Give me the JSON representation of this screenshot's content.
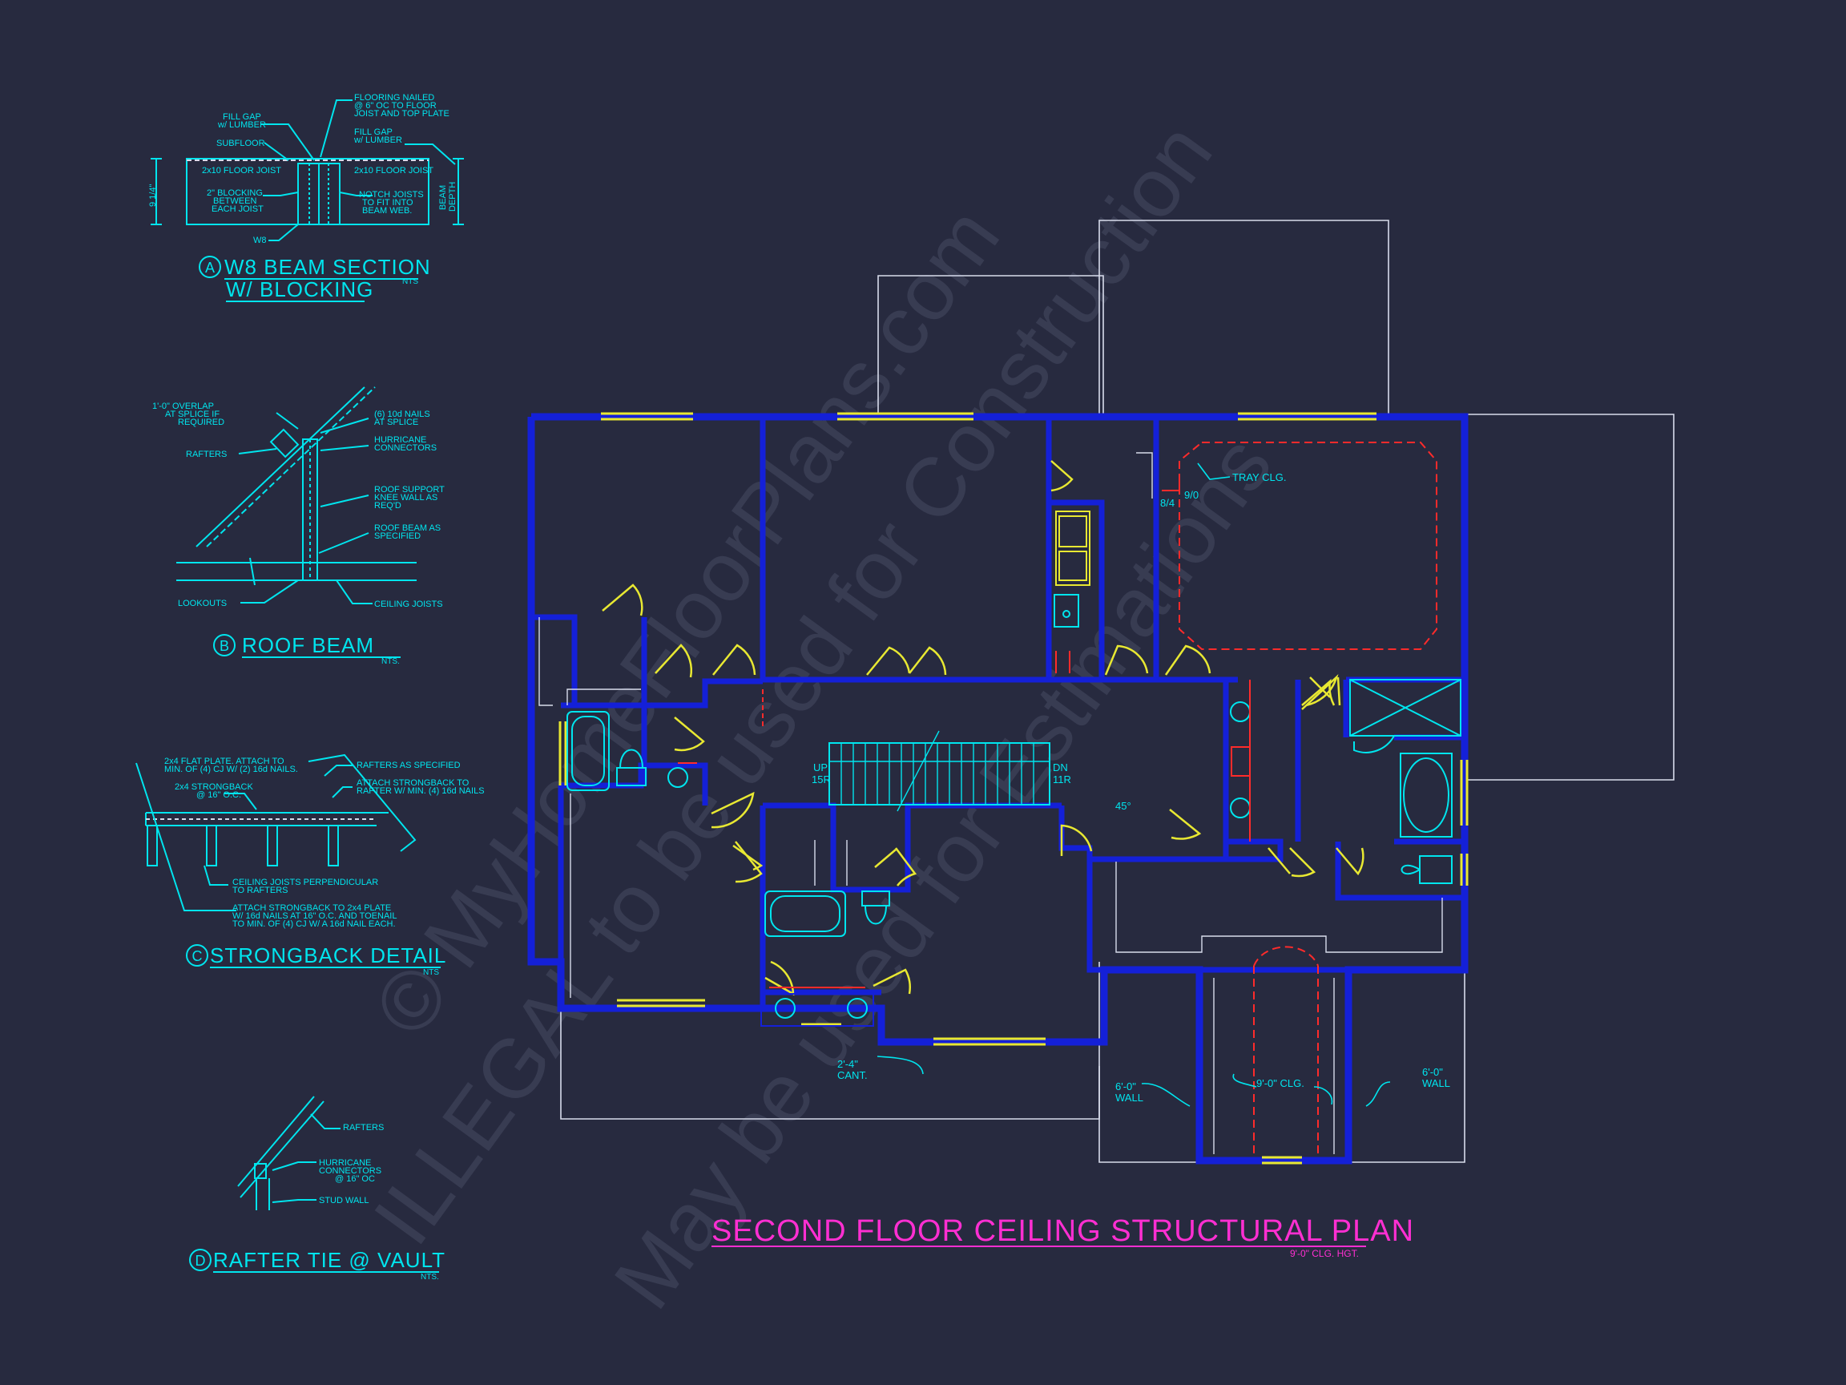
{
  "watermark": {
    "line1": "© MyHomeFloorPlans.com",
    "line2": "ILLEGAL to be used for Construction",
    "line3": "May be used for Estimations"
  },
  "plan_title": {
    "title": "SECOND FLOOR CEILING STRUCTURAL PLAN",
    "subtitle": "9'-0\" CLG. HGT."
  },
  "plan_labels": {
    "tray_clg": "TRAY CLG.",
    "pitch_8_4": "8/4",
    "pitch_9_0": "9/0",
    "up": "UP",
    "up_risers": "15R",
    "dn": "DN",
    "dn_risers": "11R",
    "angle_45": "45°",
    "cant_dim": "2'-4\"",
    "cant": "CANT.",
    "wall_left_h": "6'-0\"",
    "wall_left": "WALL",
    "clg_9": "9'-0\" CLG.",
    "wall_right_h": "6'-0\"",
    "wall_right": "WALL"
  },
  "detail_a": {
    "marker": "A",
    "title_line1": "W8 BEAM SECTION",
    "title_line2": "W/ BLOCKING",
    "scale": "NTS",
    "notes": {
      "fill_gap": "FILL GAP",
      "w_lumber": "w/ LUMBER",
      "subfloor": "SUBFLOOR",
      "flooring_1": "FLOORING NAILED",
      "flooring_2": "@ 6\" OC TO FLOOR",
      "flooring_3": "JOIST AND TOP PLATE",
      "fill_gap_r": "FILL GAP",
      "w_lumber_r": "w/ LUMBER",
      "joist_left": "2x10 FLOOR JOIST",
      "joist_right": "2x10 FLOOR JOIST",
      "blocking_1": "2\" BLOCKING",
      "blocking_2": "BETWEEN",
      "blocking_3": "EACH JOIST",
      "notch_1": "NOTCH JOISTS",
      "notch_2": "TO FIT INTO",
      "notch_3": "BEAM WEB.",
      "depth_left": "9 1/4\"",
      "depth_right_1": "BEAM",
      "depth_right_2": "DEPTH",
      "w8": "W8"
    }
  },
  "detail_b": {
    "marker": "B",
    "title": "ROOF BEAM",
    "scale": "NTS.",
    "notes": {
      "overlap_1": "1'-0\" OVERLAP",
      "overlap_2": "AT SPLICE IF",
      "overlap_3": "REQUIRED",
      "nails_1": "(6) 10d NAILS",
      "nails_2": "AT SPLICE",
      "rafters": "RAFTERS",
      "hurricane_1": "HURRICANE",
      "hurricane_2": "CONNECTORS",
      "support_1": "ROOF SUPPORT",
      "support_2": "KNEE WALL AS",
      "support_3": "REQ'D",
      "beam_1": "ROOF BEAM AS",
      "beam_2": "SPECIFIED",
      "lookouts": "LOOKOUTS",
      "ceiling_joists": "CEILING JOISTS"
    }
  },
  "detail_c": {
    "marker": "C",
    "title": "STRONGBACK DETAIL",
    "scale": "NTS",
    "notes": {
      "flat_1": "2x4 FLAT PLATE. ATTACH TO",
      "flat_2": "MIN. OF (4) CJ W/ (2) 16d NAILS.",
      "rafters": "RAFTERS AS SPECIFIED",
      "strongback_1": "2x4 STRONGBACK",
      "strongback_2": "@ 16\" O.C.",
      "attach_r1": "ATTACH STRONGBACK TO",
      "attach_r2": "RAFTER W/ MIN. (4) 16d NAILS",
      "cj_1": "CEILING JOISTS PERPENDICULAR",
      "cj_2": "TO RAFTERS",
      "attach_1": "ATTACH STRONGBACK TO 2x4 PLATE",
      "attach_2": "W/ 16d NAILS AT 16\" O.C. AND TOENAIL",
      "attach_3": "TO MIN. OF (4) CJ W/ A 16d NAIL EACH."
    }
  },
  "detail_d": {
    "marker": "D",
    "title": "RAFTER TIE @ VAULT",
    "scale": "NTS.",
    "notes": {
      "rafters": "RAFTERS",
      "hurricane_1": "HURRICANE",
      "hurricane_2": "CONNECTORS",
      "hurricane_3": "@ 16\" OC",
      "stud": "STUD WALL"
    }
  },
  "colors": {
    "background": "#272a3f",
    "wall": "#1420d8",
    "annotation": "#00e5ee",
    "window": "#e8e832",
    "title": "#ff2fd2",
    "tray": "#ff2b2b",
    "outline": "#d8dcec"
  }
}
